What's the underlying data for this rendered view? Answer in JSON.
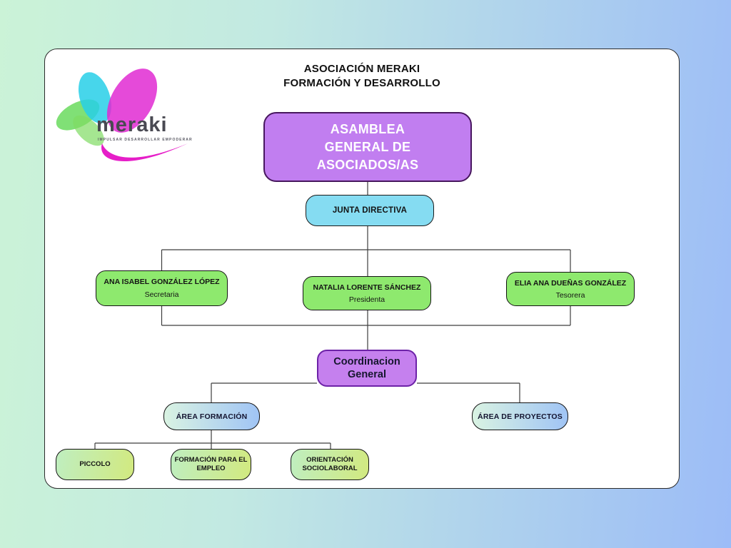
{
  "page": {
    "title_line1": "ASOCIACIÓN MERAKI",
    "title_line2": "FORMACIÓN Y DESARROLLO"
  },
  "logo": {
    "wordmark": "meraki",
    "tagline": "IMPULSAR DESARROLLAR EMPODERAR"
  },
  "org": {
    "asamblea": "ASAMBLEA\nGENERAL DE\nASOCIADOS/AS",
    "junta": "JUNTA DIRECTIVA",
    "members": [
      {
        "name": "ANA ISABEL GONZÁLEZ LÓPEZ",
        "role": "Secretaria"
      },
      {
        "name": "NATALIA LORENTE SÁNCHEZ",
        "role": "Presidenta"
      },
      {
        "name": "ELIA ANA DUEÑAS GONZÁLEZ",
        "role": "Tesorera"
      }
    ],
    "coordinacion": "Coordinacion\nGeneral",
    "areas": [
      {
        "label": "ÁREA FORMACIÓN"
      },
      {
        "label": "ÁREA DE PROYECTOS"
      }
    ],
    "programs": [
      {
        "label": "PICCOLO"
      },
      {
        "label": "FORMACIÓN PARA EL EMPLEO"
      },
      {
        "label": "ORIENTACIÓN SOCIOLABORAL"
      }
    ]
  },
  "colors": {
    "background_left": "#cbf3d7",
    "background_right": "#9cbcf7",
    "purple_fill": "#c17ef0",
    "cyan_fill": "#85dcf2",
    "green_fill": "#8ee96e",
    "area_gradient_left": "#d9f3e2",
    "area_gradient_right": "#a0c4f5",
    "program_gradient_left": "#bfeec0",
    "program_gradient_right": "#d2e97f",
    "logo_magenta": "#e12ad2",
    "logo_cyan": "#27cfe8",
    "logo_green": "#55d648"
  }
}
